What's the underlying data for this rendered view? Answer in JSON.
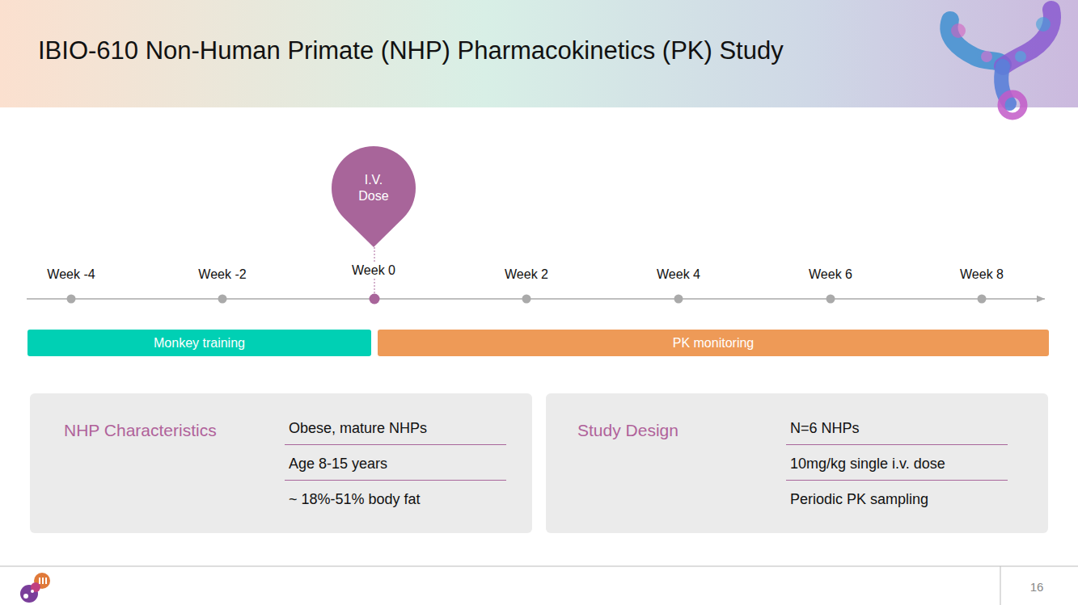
{
  "diagram": {
    "title": "IBIO-610 Non-Human Primate (NHP) Pharmacokinetics (PK) Study",
    "nodes": [
      {
        "text": [
          "I.V. Dose"
        ]
      },
      {
        "text": [
          "Monkey training"
        ]
      },
      {
        "text": [
          "PK monitoring"
        ]
      },
      {
        "text": [
          "NHP Characteristics",
          "Obese, mature NHPs",
          "Age 8-15 years",
          "~ 18%-51% body fat"
        ]
      },
      {
        "text": [
          "Study Design",
          "N=6 NHPs",
          "10mg/kg single i.v. dose",
          "Periodic PK sampling"
        ]
      }
    ],
    "labels": [
      "Week -4",
      "Week -2",
      "Week 0",
      "Week 2",
      "Week 4",
      "Week 6",
      "Week 8",
      "16"
    ]
  }
}
